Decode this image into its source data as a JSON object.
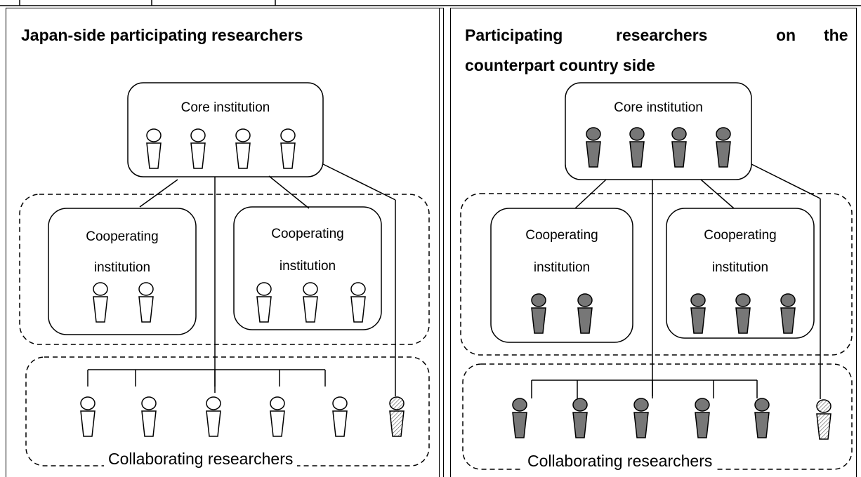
{
  "left": {
    "title": "Japan-side participating researchers",
    "core_label": "Core institution",
    "coop_left": [
      "Cooperating",
      "institution"
    ],
    "coop_right": [
      "Cooperating",
      "institution"
    ],
    "collab_label": "Collaborating researchers"
  },
  "right": {
    "title_words": [
      "Participating",
      "researchers",
      "on",
      "the"
    ],
    "title_line2": "counterpart country side",
    "core_label": "Core institution",
    "coop_left": [
      "Cooperating",
      "institution"
    ],
    "coop_right": [
      "Cooperating",
      "institution"
    ],
    "collab_label": "Collaborating researchers"
  },
  "colors": {
    "japan_fill": "#ffffff",
    "counterpart_fill": "#777777",
    "line": "#000000"
  }
}
